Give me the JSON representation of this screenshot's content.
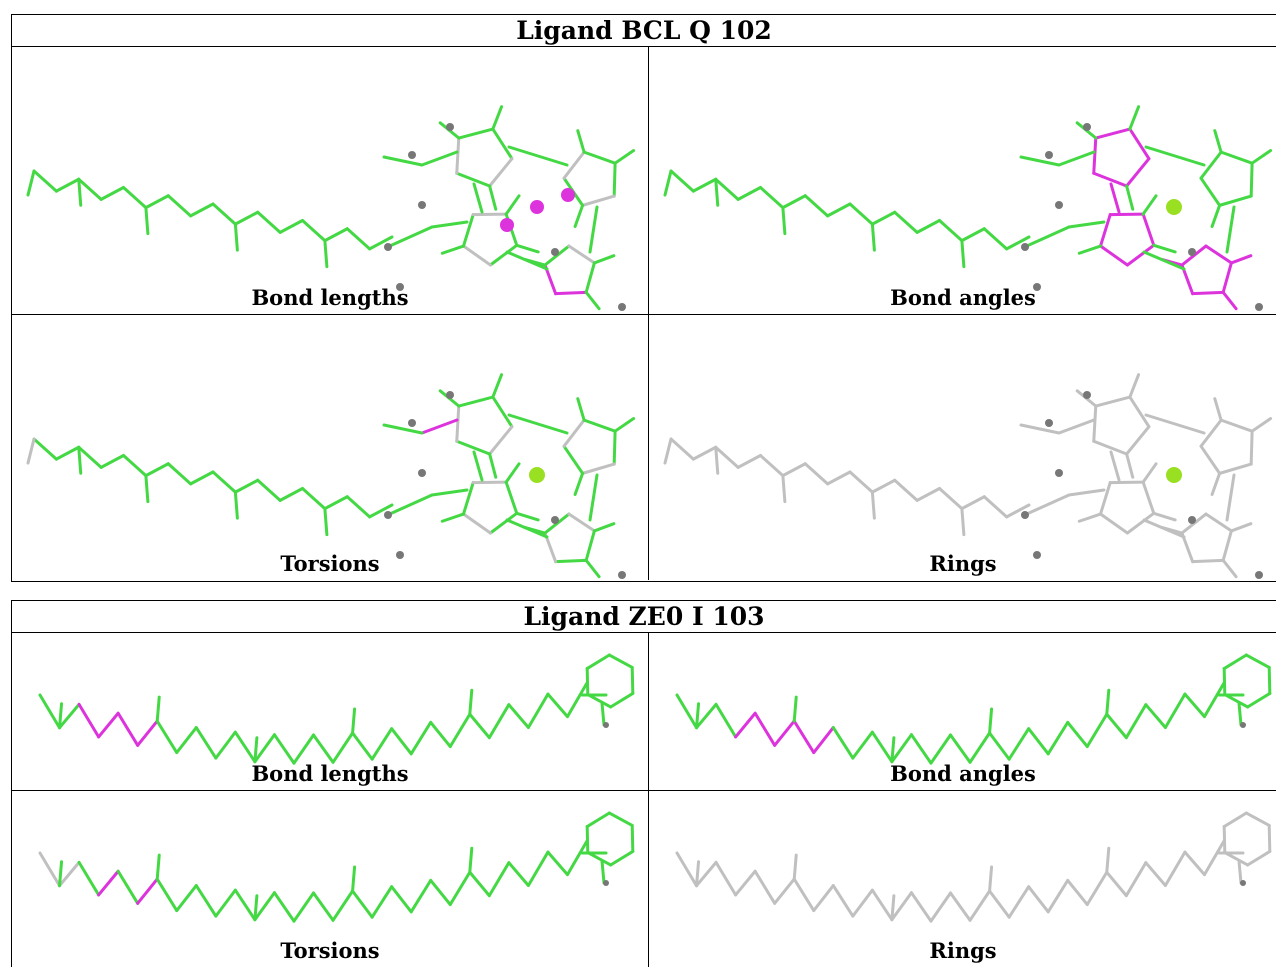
{
  "colors": {
    "ok": "#44d944",
    "outlier": "#dd33dd",
    "neutral": "#c0c0c0",
    "atom": "#777777",
    "metal": "#99e022"
  },
  "panels": [
    {
      "title": "Ligand BCL Q 102",
      "cells": [
        {
          "label": "Bond lengths",
          "mode": "lengths"
        },
        {
          "label": "Bond angles",
          "mode": "angles"
        },
        {
          "label": "Torsions",
          "mode": "torsions"
        },
        {
          "label": "Rings",
          "mode": "rings"
        }
      ]
    },
    {
      "title": "Ligand ZE0 I 103",
      "cells": [
        {
          "label": "Bond lengths",
          "mode": "lengths"
        },
        {
          "label": "Bond angles",
          "mode": "angles"
        },
        {
          "label": "Torsions",
          "mode": "torsions"
        },
        {
          "label": "Rings",
          "mode": "rings"
        }
      ]
    }
  ]
}
